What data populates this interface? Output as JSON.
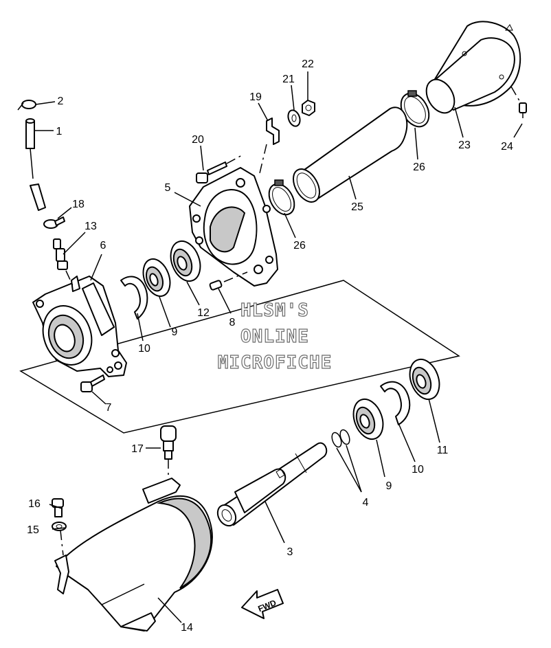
{
  "callouts": [
    {
      "id": "c1",
      "text": "1"
    },
    {
      "id": "c2",
      "text": "2"
    },
    {
      "id": "c3",
      "text": "3"
    },
    {
      "id": "c4",
      "text": "4"
    },
    {
      "id": "c5",
      "text": "5"
    },
    {
      "id": "c6",
      "text": "6"
    },
    {
      "id": "c7",
      "text": "7"
    },
    {
      "id": "c8",
      "text": "8"
    },
    {
      "id": "c9a",
      "text": "9"
    },
    {
      "id": "c9b",
      "text": "9"
    },
    {
      "id": "c10a",
      "text": "10"
    },
    {
      "id": "c10b",
      "text": "10"
    },
    {
      "id": "c11",
      "text": "11"
    },
    {
      "id": "c12",
      "text": "12"
    },
    {
      "id": "c13",
      "text": "13"
    },
    {
      "id": "c14",
      "text": "14"
    },
    {
      "id": "c15",
      "text": "15"
    },
    {
      "id": "c16",
      "text": "16"
    },
    {
      "id": "c17",
      "text": "17"
    },
    {
      "id": "c18",
      "text": "18"
    },
    {
      "id": "c19",
      "text": "19"
    },
    {
      "id": "c20",
      "text": "20"
    },
    {
      "id": "c21",
      "text": "21"
    },
    {
      "id": "c22",
      "text": "22"
    },
    {
      "id": "c23",
      "text": "23"
    },
    {
      "id": "c24",
      "text": "24"
    },
    {
      "id": "c25",
      "text": "25"
    },
    {
      "id": "c26a",
      "text": "26"
    },
    {
      "id": "c26b",
      "text": "26"
    }
  ],
  "watermark": {
    "line1": "HLSM'S",
    "line2": "ONLINE",
    "line3": "MICROFICHE"
  },
  "fwd_arrow": {
    "label": "FWD"
  }
}
